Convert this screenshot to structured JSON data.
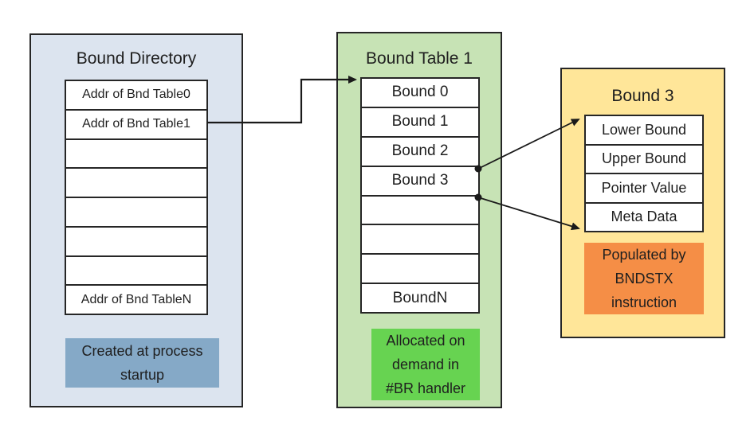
{
  "panels": {
    "directory": {
      "title": "Bound Directory",
      "rows": [
        "Addr of Bnd Table0",
        "Addr of Bnd Table1",
        "",
        "",
        "",
        "",
        "",
        "Addr of Bnd TableN"
      ],
      "note": "Created at process\nstartup",
      "bg": "#dce4ef",
      "note_bg": "#85a9c7"
    },
    "table1": {
      "title": "Bound Table 1",
      "rows": [
        "Bound 0",
        "Bound 1",
        "Bound 2",
        "Bound 3",
        "",
        "",
        "",
        "BoundN"
      ],
      "note": "Allocated on\ndemand in\n#BR handler",
      "bg": "#c7e3b5",
      "note_bg": "#67d351"
    },
    "bound3": {
      "title": "Bound 3",
      "rows": [
        "Lower Bound",
        "Upper Bound",
        "Pointer Value",
        "Meta Data"
      ],
      "note": "Populated by\nBNDSTX\ninstruction",
      "bg": "#ffe699",
      "note_bg": "#f58e46"
    }
  },
  "colors": {
    "border": "#262626",
    "arrow": "#1a1a1a",
    "cell_bg": "#ffffff"
  }
}
